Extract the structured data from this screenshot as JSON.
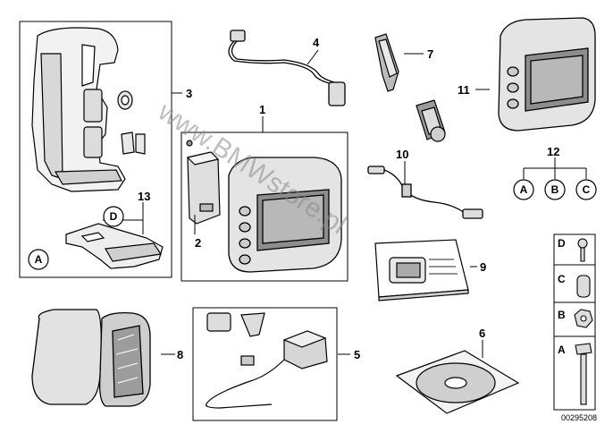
{
  "watermark": "www.BMWstore.pl",
  "reference_code": "00295208",
  "parts": {
    "p1": "1",
    "p2": "2",
    "p3": "3",
    "p4": "4",
    "p5": "5",
    "p6": "6",
    "p7": "7",
    "p8": "8",
    "p9": "9",
    "p10": "10",
    "p11": "11",
    "p12": "12",
    "p13": "13"
  },
  "letters": {
    "a": "A",
    "b": "B",
    "c": "C",
    "d": "D"
  }
}
